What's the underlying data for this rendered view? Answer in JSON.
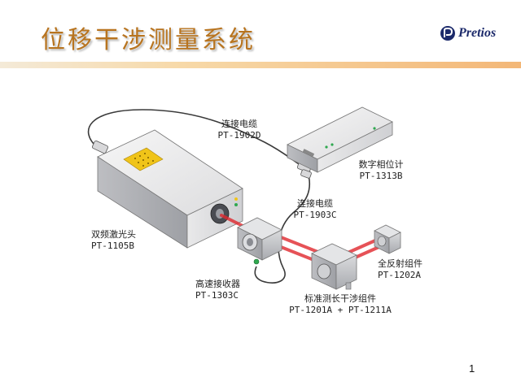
{
  "slide": {
    "title": "位移干涉测量系统",
    "logo_text": "Pretios",
    "page_number": "1"
  },
  "components": {
    "cable_1": {
      "name": "连接电缆",
      "model": "PT-1902D"
    },
    "phase_meter": {
      "name": "数字相位计",
      "model": "PT-1313B"
    },
    "cable_2": {
      "name": "连接电缆",
      "model": "PT-1903C"
    },
    "laser_head": {
      "name": "双频激光头",
      "model": "PT-1105B"
    },
    "receiver": {
      "name": "高速接收器",
      "model": "PT-1303C"
    },
    "retroreflector": {
      "name": "全反射组件",
      "model": "PT-1202A"
    },
    "interferometer": {
      "name": "标准测长干涉组件",
      "model": "PT-1201A + PT-1211A"
    }
  },
  "colors": {
    "title": "#b8741f",
    "beam": "#e0282e",
    "laser_panel": "#f0c419",
    "logo": "#1c2a6b"
  }
}
